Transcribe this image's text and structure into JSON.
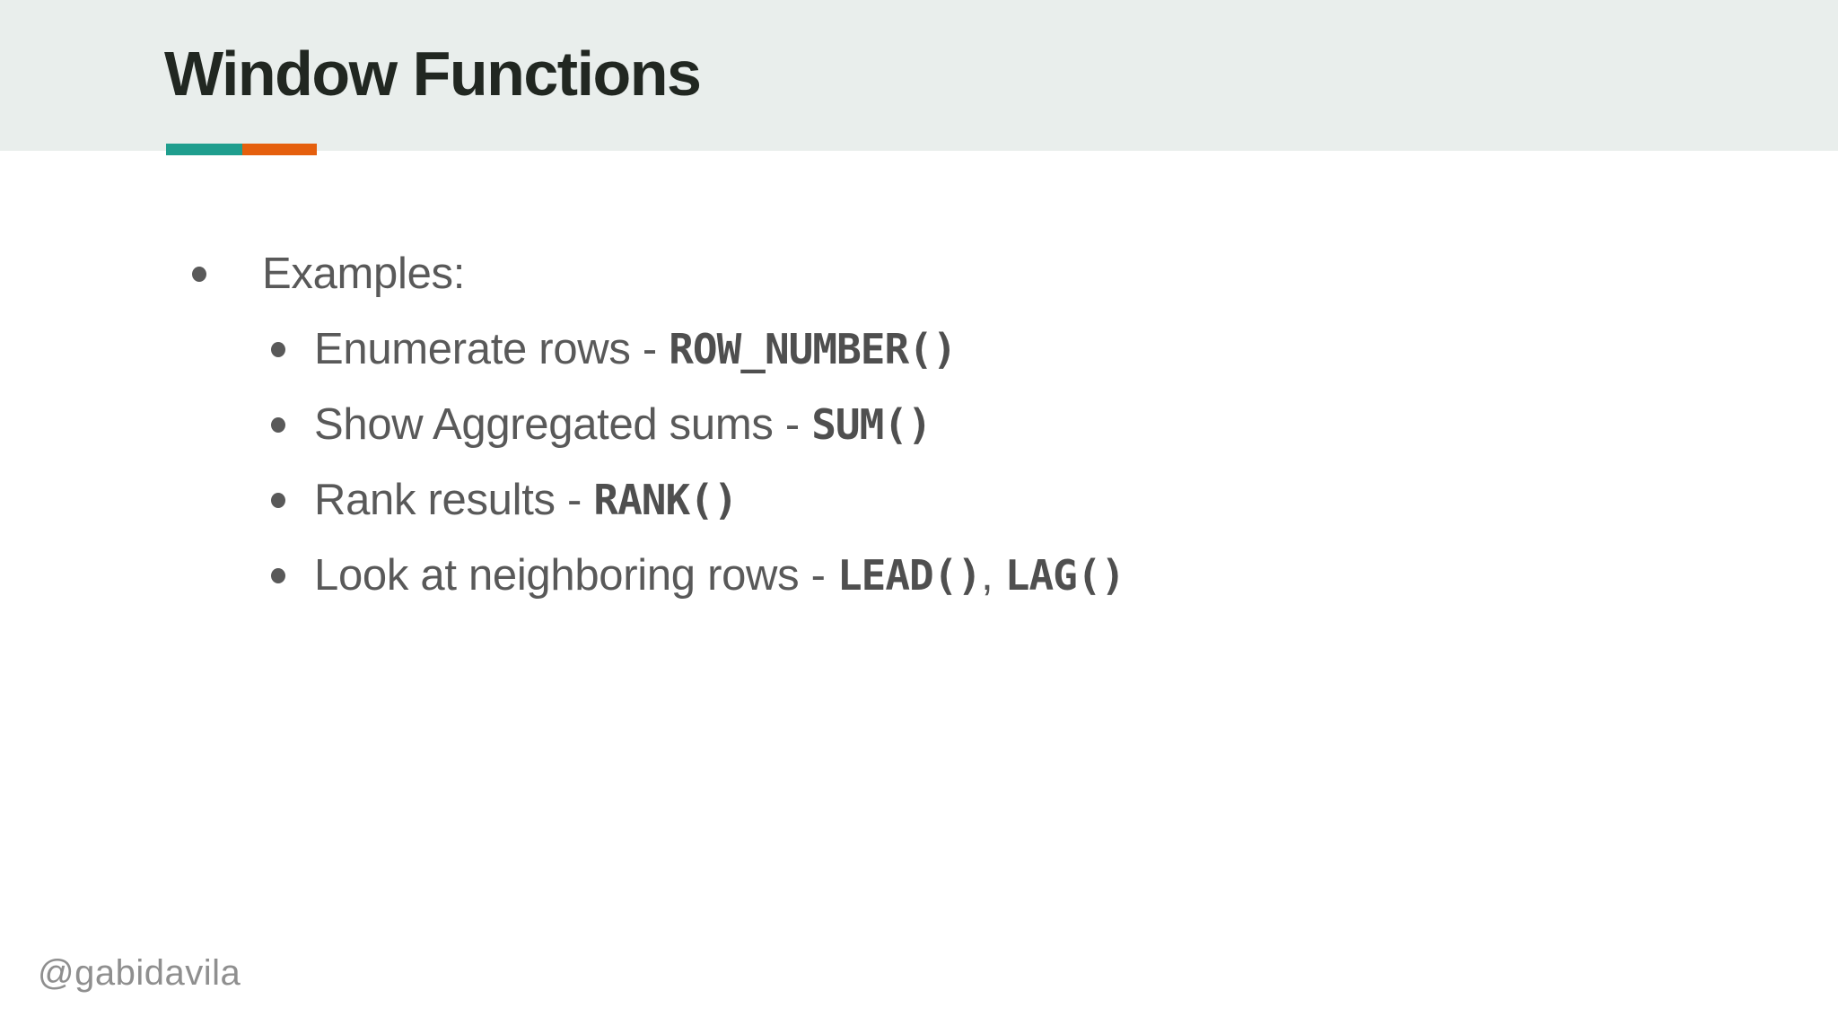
{
  "theme": {
    "colors": {
      "header-bg": "#e9eeec",
      "slide-bg": "#ffffff",
      "title-color": "#212721",
      "body-color": "#595959",
      "code-color": "#4f4f4f",
      "footer-color": "#8f8f8f",
      "accent-teal": "#1f9e8e",
      "accent-orange": "#e55f0d"
    }
  },
  "header": {
    "title": "Window Functions"
  },
  "list": {
    "level1_label": "Examples:",
    "items": [
      {
        "segments": [
          {
            "type": "text",
            "text": "Enumerate rows - "
          },
          {
            "type": "code",
            "text": "ROW_NUMBER()"
          }
        ]
      },
      {
        "segments": [
          {
            "type": "text",
            "text": "Show Aggregated sums - "
          },
          {
            "type": "code",
            "text": "SUM()"
          }
        ]
      },
      {
        "segments": [
          {
            "type": "text",
            "text": "Rank results - "
          },
          {
            "type": "code",
            "text": "RANK()"
          }
        ]
      },
      {
        "segments": [
          {
            "type": "text",
            "text": "Look at neighboring rows - "
          },
          {
            "type": "code",
            "text": "LEAD()"
          },
          {
            "type": "text",
            "text": ", "
          },
          {
            "type": "code",
            "text": "LAG()"
          }
        ]
      }
    ]
  },
  "footer": {
    "handle": "@gabidavila"
  }
}
